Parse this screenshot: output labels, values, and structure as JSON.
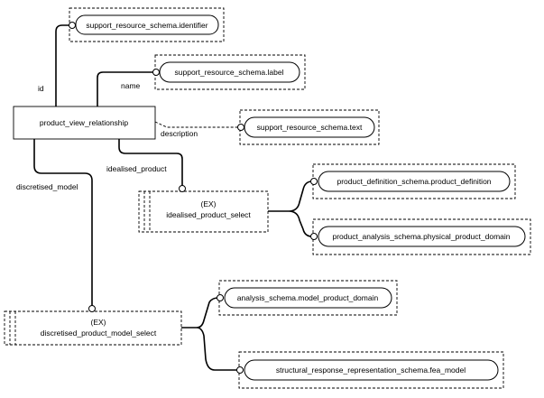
{
  "diagram": {
    "entity": {
      "label": "product_view_relationship"
    },
    "attributes": {
      "identifier": {
        "role": "id",
        "type": "support_resource_schema.identifier"
      },
      "label": {
        "role": "name",
        "type": "support_resource_schema.label"
      },
      "text": {
        "role": "description",
        "type": "support_resource_schema.text"
      }
    },
    "idealised": {
      "role": "idealised_product",
      "select_tag": "(EX)",
      "select_name": "idealised_product_select",
      "options": [
        "product_definition_schema.product_definition",
        "product_analysis_schema.physical_product_domain"
      ]
    },
    "discretised": {
      "role": "discretised_model",
      "select_tag": "(EX)",
      "select_name": "discretised_product_model_select",
      "options": [
        "analysis_schema.model_product_domain",
        "structural_response_representation_schema.fea_model"
      ]
    }
  }
}
